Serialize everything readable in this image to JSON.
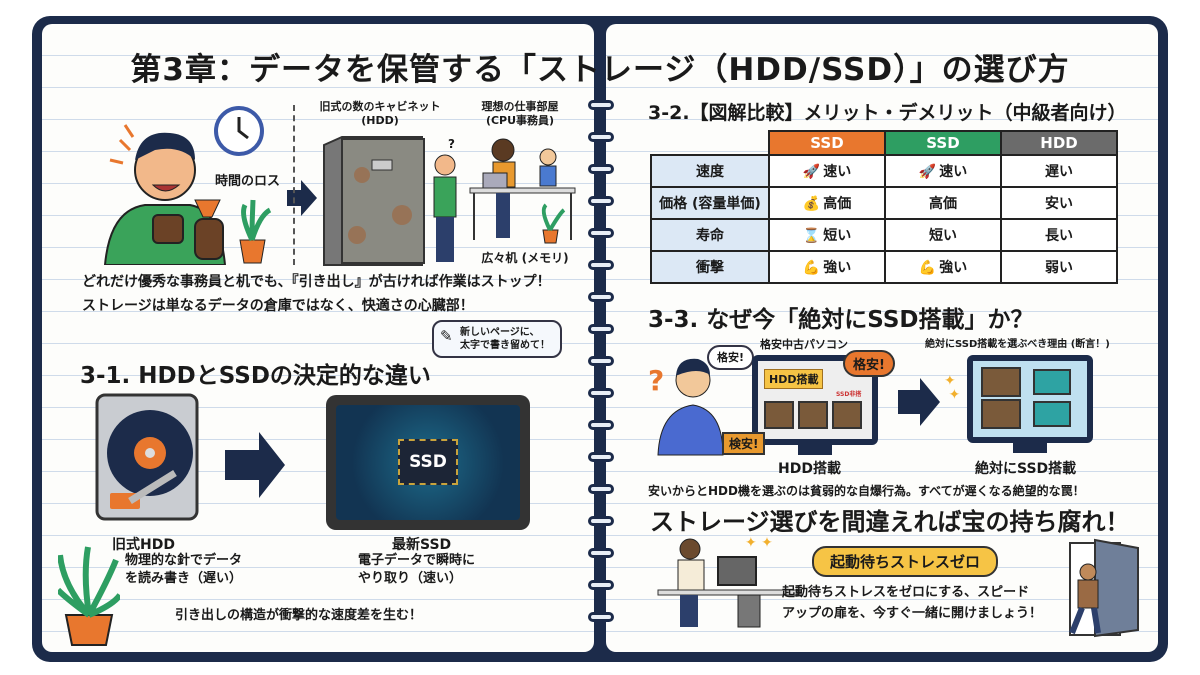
{
  "title": "第3章：データを保管する「ストレージ（HDD/SSD）」の選び方",
  "intro": {
    "clock_label": "時間のロス",
    "cabinet_label": "旧式の数のキャビネット\n(HDD)",
    "cabinet_label_l1": "旧式の数のキャビネット",
    "cabinet_label_l2": "(HDD)",
    "office_label_l1": "理想の仕事部屋",
    "office_label_l2": "(CPU事務員)",
    "desk_label": "広々机 (メモリ)",
    "question_mark": "?",
    "caption_l1": "どれだけ優秀な事務員と机でも、『引き出し』が古ければ作業はストップ！",
    "caption_l2": "ストレージは単なるデータの倉庫ではなく、快適さの心臓部！"
  },
  "note_bubble": {
    "l1": "新しいページに、",
    "l2": "太字で書き留めて！"
  },
  "section1": {
    "heading": "3-1. HDDとSSDの決定的な違い",
    "hdd_title": "旧式HDD",
    "hdd_desc_l1": "物理的な針でデータ",
    "hdd_desc_l2": "を読み書き（遅い）",
    "ssd_chip": "SSD",
    "ssd_title": "最新SSD",
    "ssd_desc_l1": "電子データで瞬時に",
    "ssd_desc_l2": "やり取り（速い）",
    "caption": "引き出しの構造が衝撃的な速度差を生む！"
  },
  "section2": {
    "heading": "3-2.【図解比較】メリット・デメリット（中級者向け）",
    "columns": [
      {
        "label": "SSD",
        "color": "#e8772e"
      },
      {
        "label": "SSD",
        "color": "#2e9e62"
      },
      {
        "label": "HDD",
        "color": "#6b6b6b"
      }
    ],
    "rows": [
      {
        "label": "速度",
        "cells": [
          {
            "icon": "🚀",
            "text": "速い"
          },
          {
            "icon": "🚀",
            "text": "速い"
          },
          {
            "icon": "",
            "text": "遅い"
          }
        ]
      },
      {
        "label": "価格 (容量単価)",
        "cells": [
          {
            "icon": "💰",
            "text": "高価"
          },
          {
            "icon": "",
            "text": "高価"
          },
          {
            "icon": "",
            "text": "安い"
          }
        ]
      },
      {
        "label": "寿命",
        "cells": [
          {
            "icon": "⌛",
            "text": "短い"
          },
          {
            "icon": "",
            "text": "短い"
          },
          {
            "icon": "",
            "text": "長い"
          }
        ]
      },
      {
        "label": "衝撃",
        "cells": [
          {
            "icon": "💪",
            "text": "強い"
          },
          {
            "icon": "💪",
            "text": "強い"
          },
          {
            "icon": "",
            "text": "弱い"
          }
        ]
      }
    ]
  },
  "section3": {
    "heading": "3-3. なぜ今「絶対にSSD搭載」か？",
    "cheap_pc_label": "格安中古パソコン",
    "reason_label": "絶対にSSD搭載を選ぶべき理由 (断言！)",
    "bubble_cheap": "格安!",
    "bubble_cheap2": "格安!",
    "tag_hdd": "HDD搭載",
    "tag_ssd_small": "SSD非搭",
    "tag_price": "検安!",
    "left_caption": "HDD搭載",
    "right_caption": "絶対にSSD搭載",
    "caption": "安いからとHDD機を選ぶのは貧弱的な自爆行為。すべてが遅くなる絶望的な罠！"
  },
  "closing": {
    "heading": "ストレージ選びを間違えれば宝の持ち腐れ！",
    "badge": "起動待ちストレスゼロ",
    "text_l1": "起動待ちストレスをゼロにする、スピード",
    "text_l2": "アップの扉を、今すぐ一緒に開けましょう！"
  },
  "colors": {
    "cover": "#1c2b4a",
    "accent_orange": "#e8772e",
    "accent_green": "#2e9e62",
    "hdd_gray": "#6b6b6b",
    "row_label_bg": "#dce8f5",
    "badge_yellow": "#f6c445"
  }
}
